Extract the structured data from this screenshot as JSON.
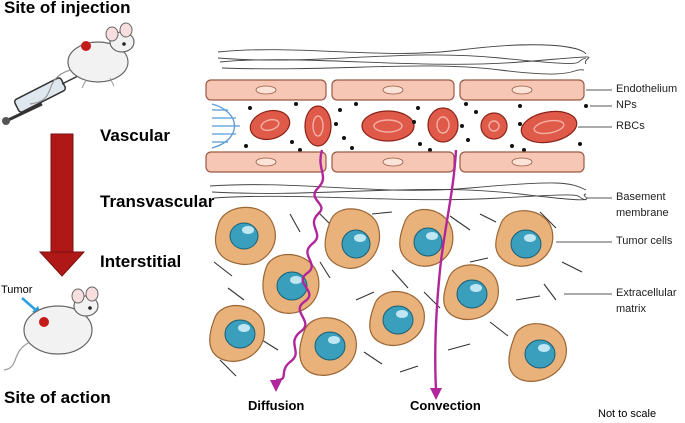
{
  "stages": {
    "injection": "Site of injection",
    "action": "Site of action",
    "tumor": "Tumor"
  },
  "layers": {
    "vascular": "Vascular",
    "transvascular": "Transvascular",
    "interstitial": "Interstitial"
  },
  "labels": {
    "endothelium": "Endothelium",
    "nps": "NPs",
    "rbcs": "RBCs",
    "basement1": "Basement",
    "basement2": "membrane",
    "tumor_cells": "Tumor cells",
    "ecm1": "Extracellular",
    "ecm2": "matrix"
  },
  "transport": {
    "diffusion": "Diffusion",
    "convection": "Convection"
  },
  "note": "Not to scale",
  "colors": {
    "arrow_red": "#b01818",
    "path_magenta": "#b0279b",
    "cell_orange": "#e8b27a",
    "nucleus_blue": "#3a9fbd",
    "rbc_red": "#e05a4a",
    "endothelium": "#f6c7b5",
    "flow_blue": "#5b9bd5"
  }
}
